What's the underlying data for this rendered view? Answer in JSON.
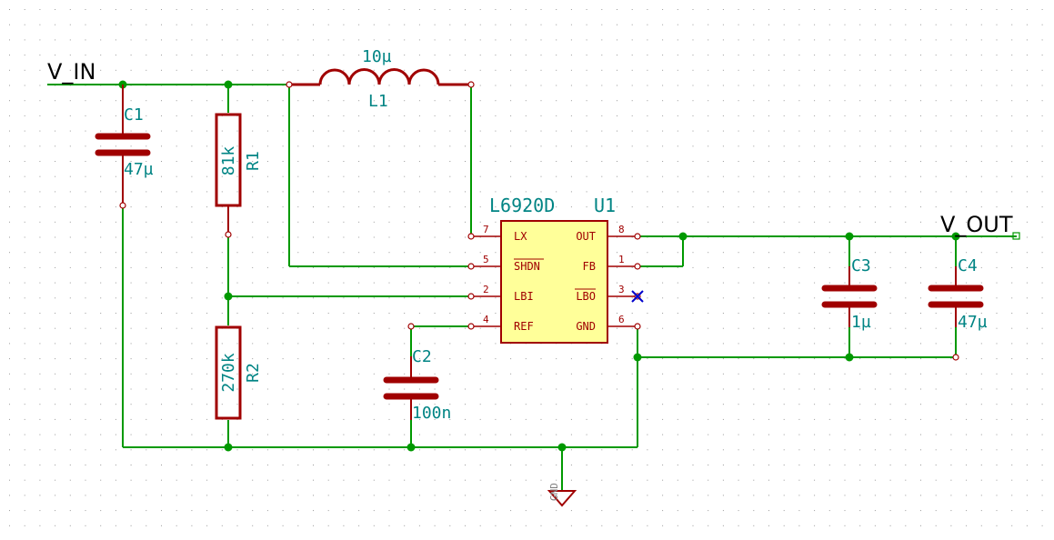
{
  "nets": {
    "vin": "V_IN",
    "vout": "V_OUT"
  },
  "inductor": {
    "ref": "L1",
    "value": "10µ"
  },
  "c1": {
    "ref": "C1",
    "value": "47µ"
  },
  "r1": {
    "ref": "R1",
    "value": "81k"
  },
  "r2": {
    "ref": "R2",
    "value": "270k"
  },
  "c2": {
    "ref": "C2",
    "value": "100n"
  },
  "c3": {
    "ref": "C3",
    "value": "1µ"
  },
  "c4": {
    "ref": "C4",
    "value": "47µ"
  },
  "ic": {
    "part": "L6920D",
    "ref": "U1",
    "pins": {
      "lx": {
        "name": "LX",
        "num": "7"
      },
      "shdn": {
        "name": "SHDN",
        "num": "5"
      },
      "lbi": {
        "name": "LBI",
        "num": "2"
      },
      "ref": {
        "name": "REF",
        "num": "4"
      },
      "out": {
        "name": "OUT",
        "num": "8"
      },
      "fb": {
        "name": "FB",
        "num": "1"
      },
      "lbo": {
        "name": "LBO",
        "num": "3"
      },
      "gnd": {
        "name": "GND",
        "num": "6"
      }
    }
  },
  "gnd_symbol": {
    "label": "GND"
  },
  "colors": {
    "wire": "#009900",
    "component": "#a00000",
    "ic_fill": "#ffff99",
    "ref_text": "#008484",
    "no_connect": "#0000cc",
    "grid_dot": "#9a9a9a"
  }
}
